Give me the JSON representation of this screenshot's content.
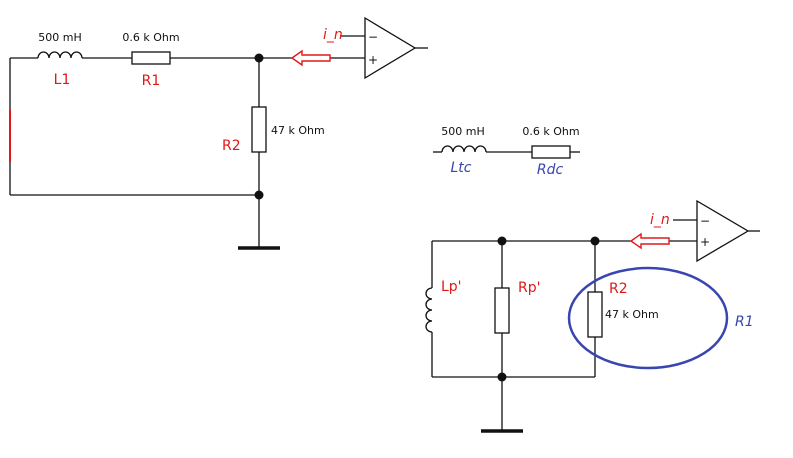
{
  "colors": {
    "wire": "#111111",
    "label": "#e01818",
    "blue": "#3a46b0"
  },
  "left_circuit": {
    "inductor_value": "500 mH",
    "inductor_label": "L1",
    "r1_value": "0.6 k Ohm",
    "r1_label": "R1",
    "r2_value": "47 k Ohm",
    "r2_label": "R2",
    "current_label": "i_n",
    "opamp_minus": "−",
    "opamp_plus": "+"
  },
  "middle_circuit": {
    "inductor_value": "500 mH",
    "inductor_label": "Ltc",
    "resistor_value": "0.6 k Ohm",
    "resistor_label": "Rdc"
  },
  "right_circuit": {
    "lp_label": "Lp'",
    "rp_label": "Rp'",
    "r2_label": "R2",
    "r2_value": "47 k Ohm",
    "current_label": "i_n",
    "circle_label": "R1",
    "opamp_minus": "−",
    "opamp_plus": "+"
  }
}
